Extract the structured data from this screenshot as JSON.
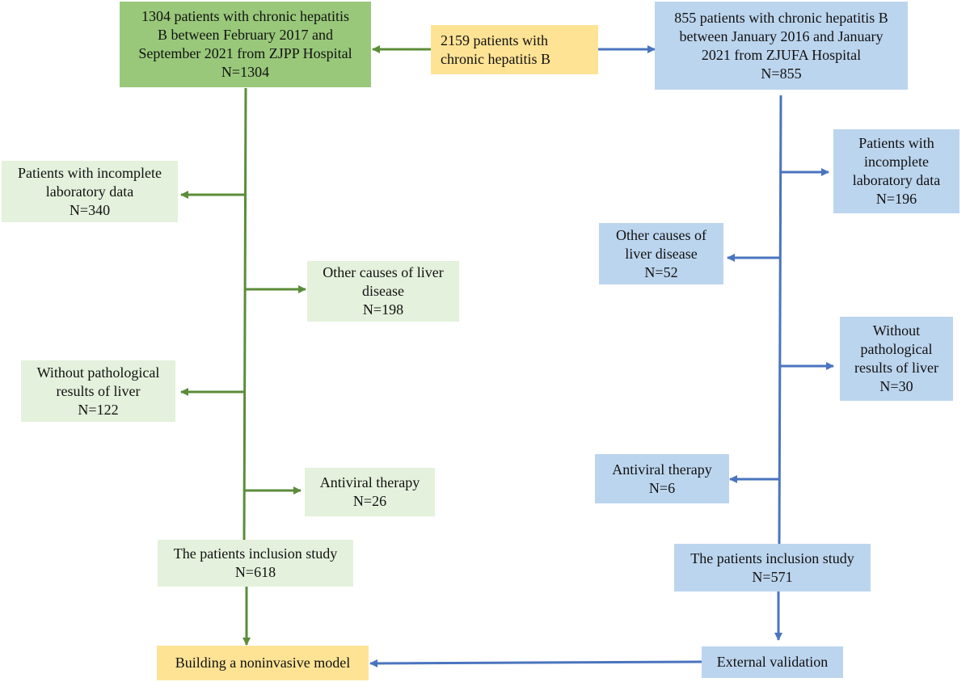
{
  "colors": {
    "green_arrow": "#5b8c3a",
    "blue_arrow": "#4a74be",
    "green_header": "#99c87a",
    "green_box": "#e4f1dc",
    "blue_box": "#bcd5ee",
    "yellow_box": "#ffe395"
  },
  "center_top": {
    "lines": [
      "2159 patients with",
      "chronic hepatitis B"
    ]
  },
  "left": {
    "header": {
      "lines": [
        "1304 patients with chronic hepatitis",
        "B between February 2017 and",
        "September 2021 from ZJPP Hospital",
        "N=1304"
      ]
    },
    "excl_lab": {
      "lines": [
        "Patients with incomplete",
        "laboratory data",
        "N=340"
      ]
    },
    "excl_other": {
      "lines": [
        "Other causes of liver",
        "disease",
        "N=198"
      ]
    },
    "excl_path": {
      "lines": [
        "Without pathological",
        "results of liver",
        "N=122"
      ]
    },
    "excl_antiviral": {
      "lines": [
        "Antiviral therapy",
        "N=26"
      ]
    },
    "inclusion": {
      "lines": [
        "The patients inclusion study",
        "N=618"
      ]
    }
  },
  "right": {
    "header": {
      "lines": [
        "855 patients with chronic hepatitis B",
        "between January 2016 and January",
        "2021 from ZJUFA Hospital",
        "N=855"
      ]
    },
    "excl_lab": {
      "lines": [
        "Patients with",
        "incomplete",
        "laboratory data",
        "N=196"
      ]
    },
    "excl_other": {
      "lines": [
        "Other causes of",
        "liver disease",
        "N=52"
      ]
    },
    "excl_path": {
      "lines": [
        "Without",
        "pathological",
        "results of liver",
        "N=30"
      ]
    },
    "excl_antiviral": {
      "lines": [
        "Antiviral therapy",
        "N=6"
      ]
    },
    "inclusion": {
      "lines": [
        "The patients inclusion study",
        "N=571"
      ]
    }
  },
  "bottom": {
    "model": {
      "label": "Building a noninvasive model"
    },
    "validation": {
      "label": "External validation"
    }
  }
}
